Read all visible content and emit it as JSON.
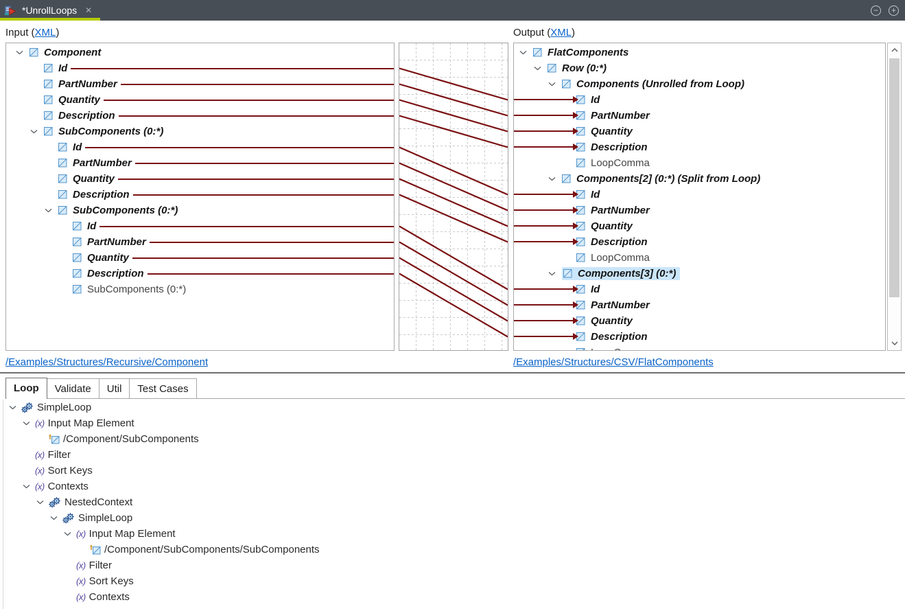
{
  "window": {
    "tab_title": "*UnrollLoops",
    "close_glyph": "✕",
    "zoom_out_glyph": "−",
    "zoom_in_glyph": "+"
  },
  "colors": {
    "map_line": "#7b1113",
    "accent_underline": "#b4cc04",
    "selection": "#cbe6fa",
    "link": "#0962c8",
    "titlebar_bg": "#474e56"
  },
  "headers": {
    "input_prefix": "Input (",
    "input_link": "XML",
    "input_suffix": ")",
    "output_prefix": "Output (",
    "output_link": "XML",
    "output_suffix": ")"
  },
  "left_tree": {
    "source_link": "/Examples/Structures/Recursive/Component",
    "rows": [
      {
        "label": "Component",
        "level": 0,
        "expandable": true,
        "emphasis": true,
        "mapped": false
      },
      {
        "label": "Id",
        "level": 1,
        "expandable": false,
        "emphasis": true,
        "mapped": true
      },
      {
        "label": "PartNumber",
        "level": 1,
        "expandable": false,
        "emphasis": true,
        "mapped": true
      },
      {
        "label": "Quantity",
        "level": 1,
        "expandable": false,
        "emphasis": true,
        "mapped": true
      },
      {
        "label": "Description",
        "level": 1,
        "expandable": false,
        "emphasis": true,
        "mapped": true
      },
      {
        "label": "SubComponents (0:*)",
        "level": 1,
        "expandable": true,
        "emphasis": true,
        "mapped": false
      },
      {
        "label": "Id",
        "level": 2,
        "expandable": false,
        "emphasis": true,
        "mapped": true
      },
      {
        "label": "PartNumber",
        "level": 2,
        "expandable": false,
        "emphasis": true,
        "mapped": true
      },
      {
        "label": "Quantity",
        "level": 2,
        "expandable": false,
        "emphasis": true,
        "mapped": true
      },
      {
        "label": "Description",
        "level": 2,
        "expandable": false,
        "emphasis": true,
        "mapped": true
      },
      {
        "label": "SubComponents (0:*)",
        "level": 2,
        "expandable": true,
        "emphasis": true,
        "mapped": false
      },
      {
        "label": "Id",
        "level": 3,
        "expandable": false,
        "emphasis": true,
        "mapped": true
      },
      {
        "label": "PartNumber",
        "level": 3,
        "expandable": false,
        "emphasis": true,
        "mapped": true
      },
      {
        "label": "Quantity",
        "level": 3,
        "expandable": false,
        "emphasis": true,
        "mapped": true
      },
      {
        "label": "Description",
        "level": 3,
        "expandable": false,
        "emphasis": true,
        "mapped": true
      },
      {
        "label": "SubComponents (0:*)",
        "level": 3,
        "expandable": false,
        "emphasis": false,
        "mapped": false
      }
    ]
  },
  "right_tree": {
    "source_link": "/Examples/Structures/CSV/FlatComponents",
    "rows": [
      {
        "label": "FlatComponents",
        "level": 0,
        "expandable": true,
        "emphasis": true,
        "mapped": false
      },
      {
        "label": "Row (0:*)",
        "level": 1,
        "expandable": true,
        "emphasis": true,
        "mapped": false
      },
      {
        "label": "Components (Unrolled from Loop)",
        "level": 2,
        "expandable": true,
        "emphasis": true,
        "mapped": false
      },
      {
        "label": "Id",
        "level": 3,
        "expandable": false,
        "emphasis": true,
        "mapped": true
      },
      {
        "label": "PartNumber",
        "level": 3,
        "expandable": false,
        "emphasis": true,
        "mapped": true
      },
      {
        "label": "Quantity",
        "level": 3,
        "expandable": false,
        "emphasis": true,
        "mapped": true
      },
      {
        "label": "Description",
        "level": 3,
        "expandable": false,
        "emphasis": true,
        "mapped": true
      },
      {
        "label": "LoopComma",
        "level": 3,
        "expandable": false,
        "emphasis": false,
        "mapped": false
      },
      {
        "label": "Components[2] (0:*) (Split from Loop)",
        "level": 2,
        "expandable": true,
        "emphasis": true,
        "mapped": false
      },
      {
        "label": "Id",
        "level": 3,
        "expandable": false,
        "emphasis": true,
        "mapped": true
      },
      {
        "label": "PartNumber",
        "level": 3,
        "expandable": false,
        "emphasis": true,
        "mapped": true
      },
      {
        "label": "Quantity",
        "level": 3,
        "expandable": false,
        "emphasis": true,
        "mapped": true
      },
      {
        "label": "Description",
        "level": 3,
        "expandable": false,
        "emphasis": true,
        "mapped": true
      },
      {
        "label": "LoopComma",
        "level": 3,
        "expandable": false,
        "emphasis": false,
        "mapped": false
      },
      {
        "label": "Components[3] (0:*)",
        "level": 2,
        "expandable": true,
        "emphasis": true,
        "mapped": false,
        "selected": true
      },
      {
        "label": "Id",
        "level": 3,
        "expandable": false,
        "emphasis": true,
        "mapped": true
      },
      {
        "label": "PartNumber",
        "level": 3,
        "expandable": false,
        "emphasis": true,
        "mapped": true
      },
      {
        "label": "Quantity",
        "level": 3,
        "expandable": false,
        "emphasis": true,
        "mapped": true
      },
      {
        "label": "Description",
        "level": 3,
        "expandable": false,
        "emphasis": true,
        "mapped": true
      },
      {
        "label": "LoopComma",
        "level": 3,
        "expandable": false,
        "emphasis": false,
        "mapped": false,
        "clipped": true
      }
    ]
  },
  "mappings": [
    {
      "from_row": 1,
      "to_row": 3
    },
    {
      "from_row": 2,
      "to_row": 4
    },
    {
      "from_row": 3,
      "to_row": 5
    },
    {
      "from_row": 4,
      "to_row": 6
    },
    {
      "from_row": 6,
      "to_row": 9
    },
    {
      "from_row": 7,
      "to_row": 10
    },
    {
      "from_row": 8,
      "to_row": 11
    },
    {
      "from_row": 9,
      "to_row": 12
    },
    {
      "from_row": 11,
      "to_row": 15
    },
    {
      "from_row": 12,
      "to_row": 16
    },
    {
      "from_row": 13,
      "to_row": 17
    },
    {
      "from_row": 14,
      "to_row": 18
    }
  ],
  "bottom_panel": {
    "tabs": [
      {
        "label": "Loop",
        "active": true
      },
      {
        "label": "Validate",
        "active": false
      },
      {
        "label": "Util",
        "active": false
      },
      {
        "label": "Test Cases",
        "active": false
      }
    ],
    "tree": [
      {
        "label": "SimpleLoop",
        "level": 0,
        "expandable": true,
        "icon": "loop-gears"
      },
      {
        "label": "Input Map Element",
        "level": 1,
        "expandable": true,
        "icon": "fx"
      },
      {
        "label": "/Component/SubComponents",
        "level": 2,
        "expandable": false,
        "icon": "mapped-element"
      },
      {
        "label": "Filter",
        "level": 1,
        "expandable": false,
        "icon": "fx"
      },
      {
        "label": "Sort Keys",
        "level": 1,
        "expandable": false,
        "icon": "fx"
      },
      {
        "label": "Contexts",
        "level": 1,
        "expandable": true,
        "icon": "fx"
      },
      {
        "label": "NestedContext",
        "level": 2,
        "expandable": true,
        "icon": "loop-gears"
      },
      {
        "label": "SimpleLoop",
        "level": 3,
        "expandable": true,
        "icon": "loop-gears"
      },
      {
        "label": "Input Map Element",
        "level": 4,
        "expandable": true,
        "icon": "fx"
      },
      {
        "label": "/Component/SubComponents/SubComponents",
        "level": 5,
        "expandable": false,
        "icon": "mapped-element"
      },
      {
        "label": "Filter",
        "level": 4,
        "expandable": false,
        "icon": "fx"
      },
      {
        "label": "Sort Keys",
        "level": 4,
        "expandable": false,
        "icon": "fx"
      },
      {
        "label": "Contexts",
        "level": 4,
        "expandable": false,
        "icon": "fx"
      }
    ]
  }
}
